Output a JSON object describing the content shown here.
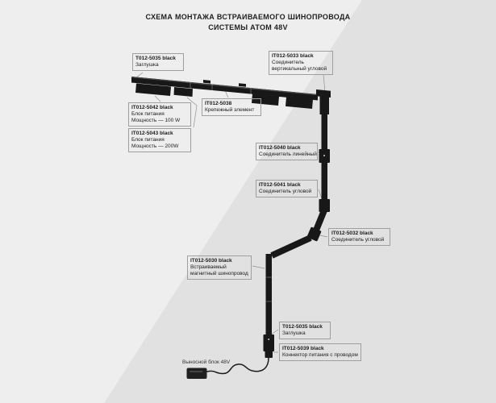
{
  "title": {
    "line1": "СХЕМА МОНТАЖА ВСТРАИВАЕМОГО ШИНОПРОВОДА",
    "line2": "СИСТЕМЫ ATOM 48V"
  },
  "labels": [
    {
      "id": "plug-top",
      "code": "T012-5035 black",
      "lines": [
        "Заглушка"
      ]
    },
    {
      "id": "vertical-corner-connector",
      "code": "IT012-5033 black",
      "lines": [
        "Соединитель",
        "вертикальный угловой"
      ]
    },
    {
      "id": "power-supply-100w",
      "code": "IT012-5042 black",
      "lines": [
        "Блок питания",
        "Мощность — 100 W"
      ]
    },
    {
      "id": "power-supply-200w",
      "code": "IT012-5043 black",
      "lines": [
        "Блок питания",
        "Мощность — 200W"
      ]
    },
    {
      "id": "fastening-element",
      "code": "IT012-5038",
      "lines": [
        "Крепежный элемент"
      ]
    },
    {
      "id": "linear-connector",
      "code": "IT012-5040 black",
      "lines": [
        "Соединитель линейный"
      ]
    },
    {
      "id": "corner-connector-5041",
      "code": "IT012-5041 black",
      "lines": [
        "Соединитель  угловой"
      ]
    },
    {
      "id": "corner-connector-5032",
      "code": "IT012-5032 black",
      "lines": [
        "Соединитель  угловой"
      ]
    },
    {
      "id": "recessed-magnetic-track",
      "code": "IT012-5030 black",
      "lines": [
        "Встраиваемый",
        "магнитный шинопровод"
      ]
    },
    {
      "id": "plug-bottom",
      "code": "T012-5035 black",
      "lines": [
        "Заглушка"
      ]
    },
    {
      "id": "power-connector-wire",
      "code": "IT012-5039 black",
      "lines": [
        "Коннектор питания с проводом"
      ]
    }
  ],
  "external_unit_label": "Выносной блок 48V",
  "colors": {
    "background_light": "#eeeeee",
    "background_dark": "#e1e1e1",
    "track": "#181818",
    "leader_line": "#909090",
    "label_border": "#9f9f9f",
    "text": "#1c1c1c"
  }
}
